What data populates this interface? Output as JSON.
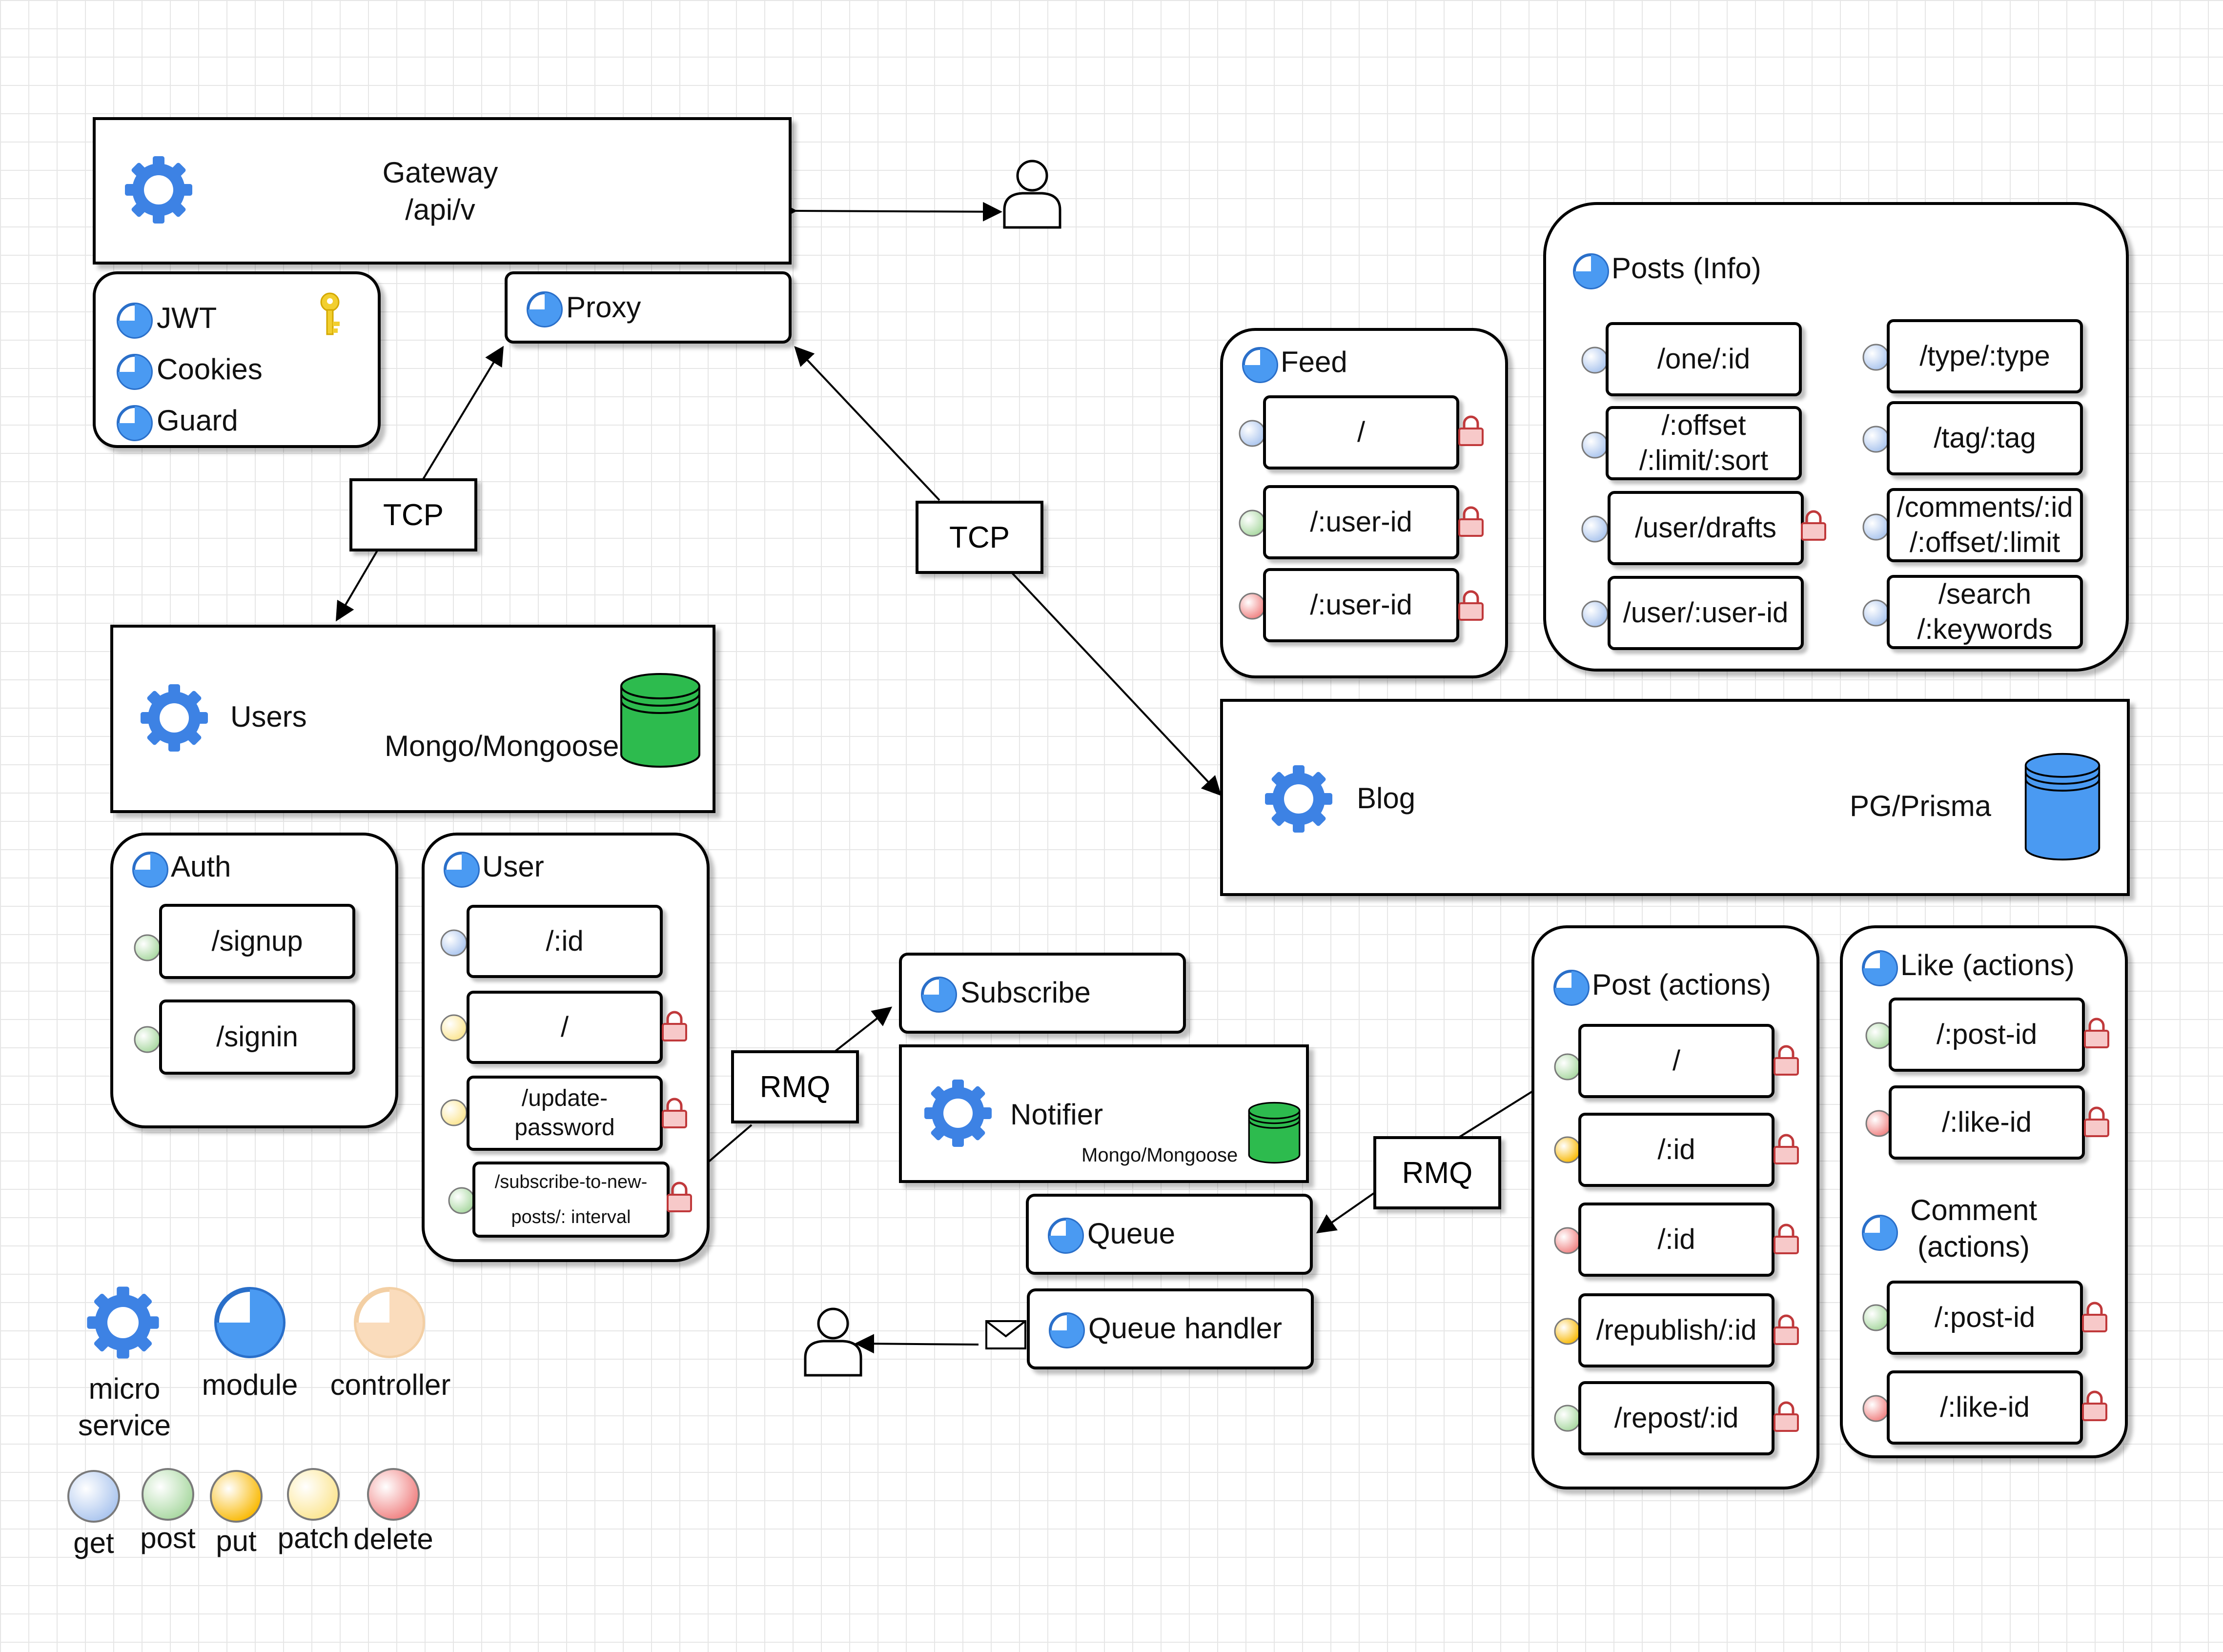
{
  "gateway": {
    "title": "Gateway",
    "path": "/api/v"
  },
  "auth_module": {
    "items": [
      "JWT",
      "Cookies",
      "Guard"
    ]
  },
  "proxy": {
    "label": "Proxy"
  },
  "tcp_left": {
    "label": "TCP"
  },
  "tcp_right": {
    "label": "TCP"
  },
  "users": {
    "title": "Users",
    "db": "Mongo/Mongoose",
    "db_color": "#2dbb4e"
  },
  "auth": {
    "title": "Auth",
    "routes": [
      "/signup",
      "/signin"
    ]
  },
  "user": {
    "title": "User",
    "routes": [
      "/:id",
      "/",
      "/update-\npassword",
      "/subscribe-to-new-\nposts/: interval"
    ]
  },
  "rmq_left": {
    "label": "RMQ"
  },
  "rmq_right": {
    "label": "RMQ"
  },
  "subscribe": {
    "label": "Subscribe"
  },
  "notifier": {
    "title": "Notifier",
    "db": "Mongo/Mongoose"
  },
  "queue": {
    "label": "Queue"
  },
  "queue_handler": {
    "label": "Queue handler"
  },
  "feed": {
    "title": "Feed",
    "routes": [
      "/",
      "/:user-id",
      "/:user-id"
    ]
  },
  "posts_info": {
    "title": "Posts (Info)",
    "col1": [
      "/one/:id",
      "/:offset\n/:limit/:sort",
      "/user/drafts",
      "/user/:user-id"
    ],
    "col2": [
      "/type/:type",
      "/tag/:tag",
      "/comments/:id\n/:offset/:limit",
      "/search\n/:keywords"
    ]
  },
  "blog": {
    "title": "Blog",
    "db": "PG/Prisma",
    "db_color": "#4a9af2"
  },
  "post_actions": {
    "title": "Post (actions)",
    "routes": [
      "/",
      "/:id",
      "/:id",
      "/republish/:id",
      "/repost/:id"
    ]
  },
  "like_actions": {
    "title": "Like (actions)",
    "routes": [
      "/:post-id",
      "/:like-id"
    ]
  },
  "comment_actions": {
    "title": "Comment\n(actions)",
    "routes": [
      "/:post-id",
      "/:like-id"
    ]
  },
  "legend": {
    "micro_service": "micro\nservice",
    "module": "module",
    "controller": "controller",
    "methods": [
      "get",
      "post",
      "put",
      "patch",
      "delete"
    ],
    "method_colors": {
      "get": "#a9c4ee",
      "post": "#a8d8a0",
      "put": "#f9b800",
      "patch": "#fce58f",
      "delete": "#f08080"
    }
  }
}
